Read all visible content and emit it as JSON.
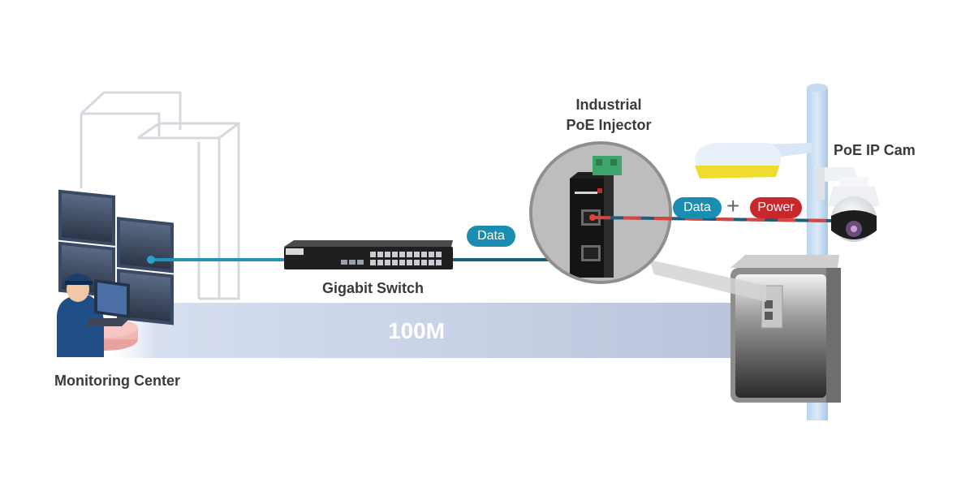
{
  "labels": {
    "monitoring_center": "Monitoring Center",
    "gigabit_switch": "Gigabit Switch",
    "injector_line1": "Industrial",
    "injector_line2": "PoE Injector",
    "ip_cam": "PoE IP Cam",
    "distance": "100M"
  },
  "tags": {
    "data_left": "Data",
    "data_right": "Data",
    "plus": "+",
    "power": "Power"
  },
  "colors": {
    "data_cable": "#1f93b8",
    "power_cable": "#d9443f",
    "data_tag": "#1a8db0",
    "power_tag": "#c6282b",
    "distance_band": "#c8d0e4"
  },
  "icons": [
    "building-icon",
    "video-wall-icon",
    "operator-icon",
    "switch-icon",
    "poe-injector-icon",
    "street-light-icon",
    "ip-camera-icon",
    "cabinet-icon"
  ]
}
